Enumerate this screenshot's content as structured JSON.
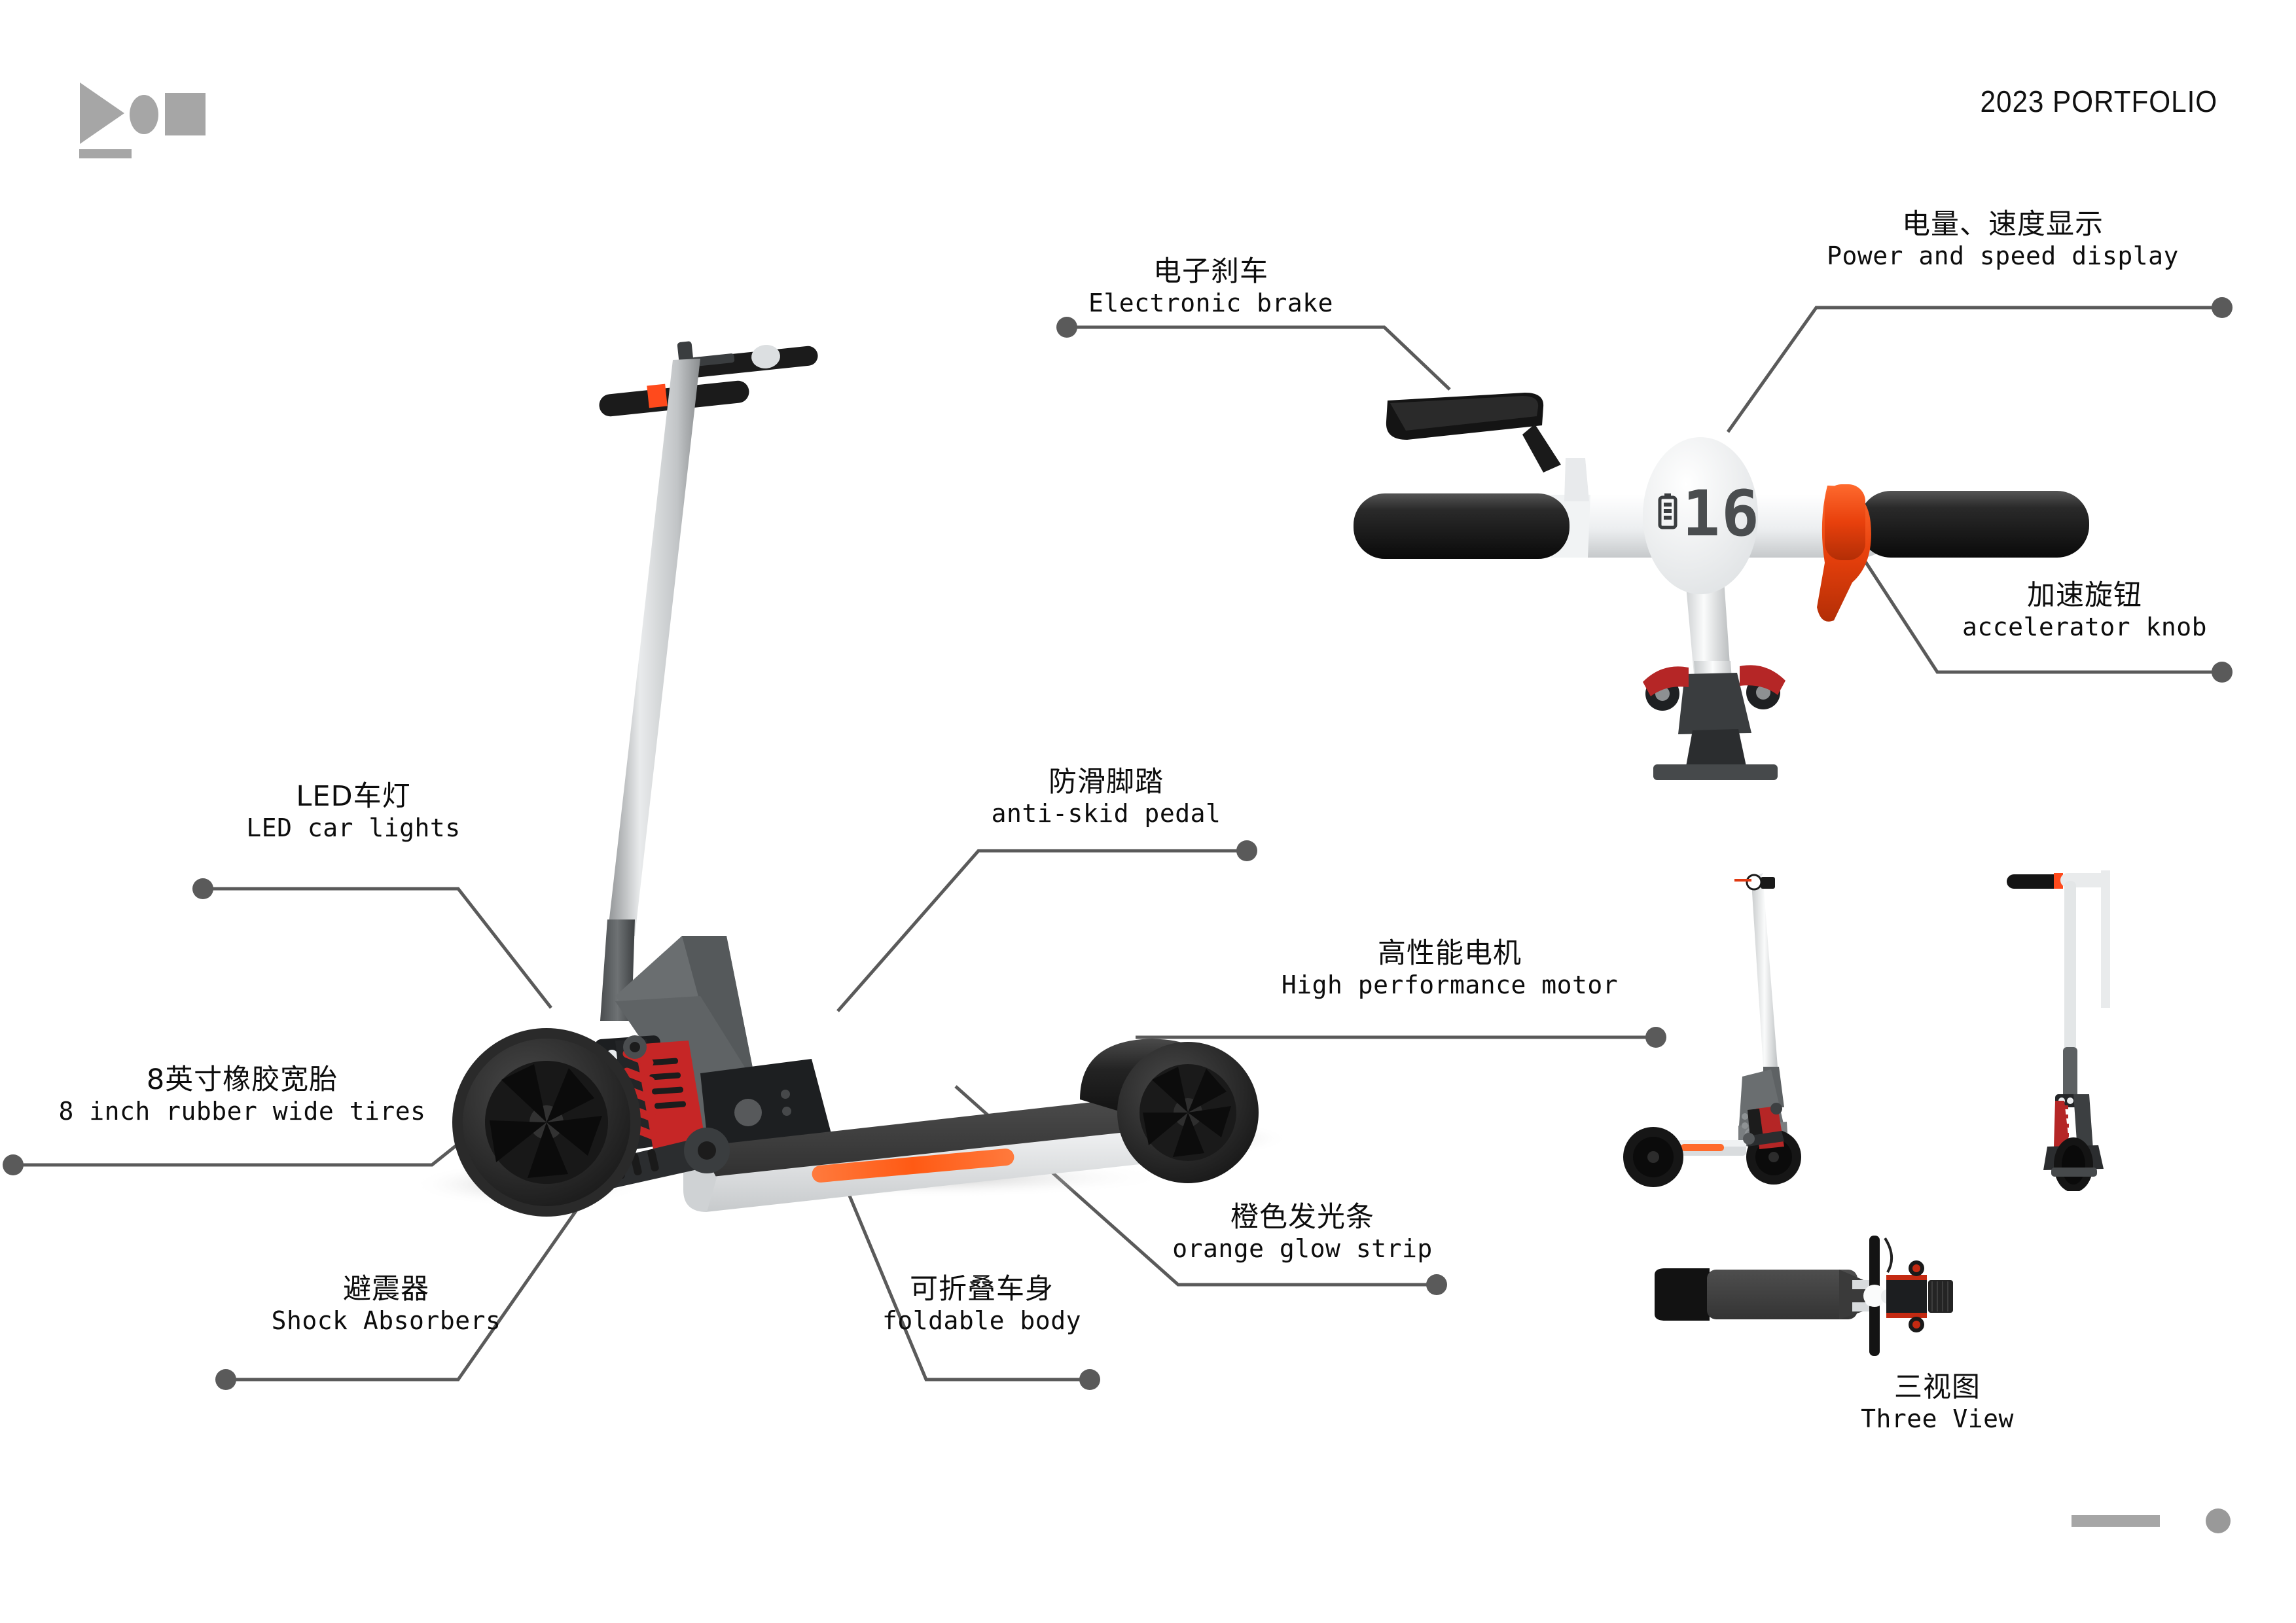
{
  "header": {
    "title": "2023  PORTFOLIO",
    "logo_icon": "play-ellipse-square-logo"
  },
  "callouts": [
    {
      "id": "electronic-brake",
      "cn": "电子刹车",
      "en": "Electronic brake"
    },
    {
      "id": "power-speed-display",
      "cn": "电量、速度显示",
      "en": "Power and speed display"
    },
    {
      "id": "accelerator-knob",
      "cn": "加速旋钮",
      "en": "accelerator knob"
    },
    {
      "id": "led-car-lights",
      "cn": "LED车灯",
      "en": "LED car lights"
    },
    {
      "id": "anti-skid-pedal",
      "cn": "防滑脚踏",
      "en": "anti-skid pedal"
    },
    {
      "id": "high-performance-motor",
      "cn": "高性能电机",
      "en": "High performance motor"
    },
    {
      "id": "rubber-wide-tires",
      "cn": "8英寸橡胶宽胎",
      "en": "8 inch rubber wide tires"
    },
    {
      "id": "shock-absorbers",
      "cn": "避震器",
      "en": "Shock Absorbers"
    },
    {
      "id": "foldable-body",
      "cn": "可折叠车身",
      "en": "foldable body"
    },
    {
      "id": "orange-glow-strip",
      "cn": "橙色发光条",
      "en": "orange glow strip"
    },
    {
      "id": "three-view",
      "cn": "三视图",
      "en": "Three View"
    }
  ],
  "display": {
    "value": "16",
    "battery_icon": "battery-icon"
  },
  "colors": {
    "accent_orange": "#f4511e",
    "glow_strip": "#ff6a2b",
    "shock_red": "#cc2222",
    "leader_line": "#5a5a5a",
    "logo_gray": "#a6a6a6",
    "text": "#0d0d0d",
    "body_dark": "#3a3a3a",
    "stem_silver": "#c9cbcc"
  }
}
